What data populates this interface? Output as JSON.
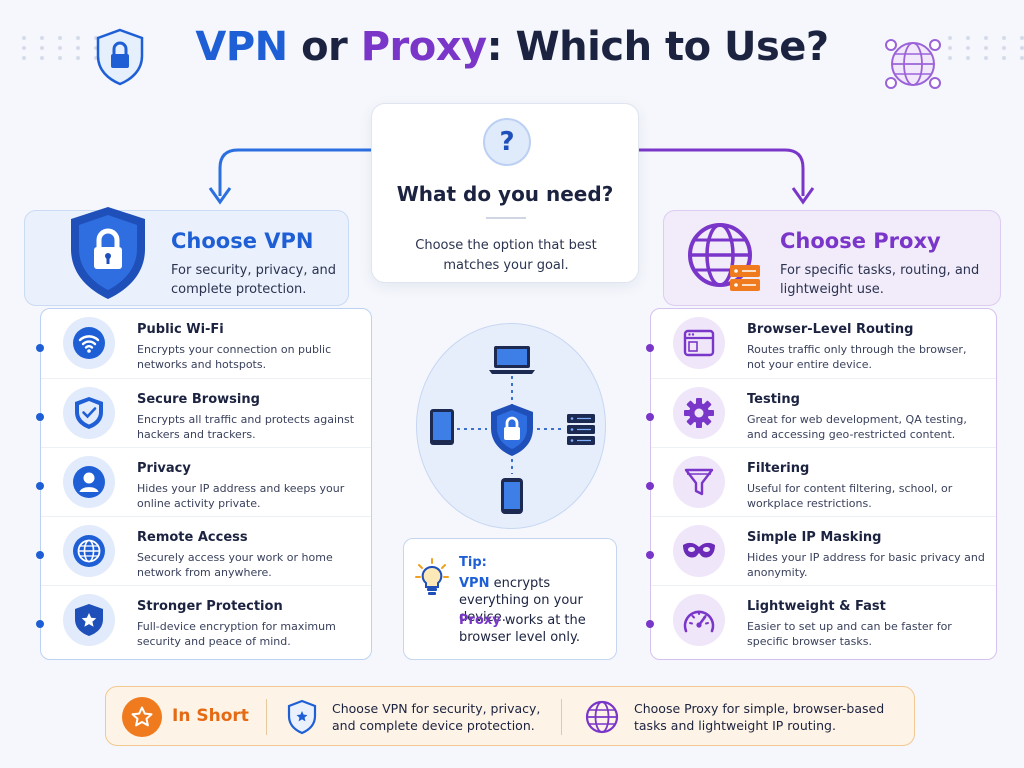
{
  "title": {
    "vpn": "VPN",
    "or": "or",
    "proxy": "Proxy",
    "rest": ": Which to Use?"
  },
  "question": {
    "icon": "question-mark-icon",
    "mark": "?",
    "title": "What do you need?",
    "subtitle": "Choose the option that best matches your goal."
  },
  "vpn": {
    "title": "Choose VPN",
    "subtitle": "For security, privacy, and complete protection.",
    "accent": "#1f5fd6",
    "items": [
      {
        "icon": "wifi-icon",
        "title": "Public Wi-Fi",
        "desc": "Encrypts your connection on public networks and hotspots."
      },
      {
        "icon": "shield-check-icon",
        "title": "Secure Browsing",
        "desc": "Encrypts all traffic and protects against hackers and trackers."
      },
      {
        "icon": "user-icon",
        "title": "Privacy",
        "desc": "Hides your IP address and keeps your online activity private."
      },
      {
        "icon": "globe-icon",
        "title": "Remote Access",
        "desc": "Securely access your work or home network from anywhere."
      },
      {
        "icon": "shield-star-icon",
        "title": "Stronger Protection",
        "desc": "Full-device encryption for maximum security and peace of mind."
      }
    ]
  },
  "proxy": {
    "title": "Choose Proxy",
    "subtitle": "For specific tasks, routing, and lightweight use.",
    "accent": "#7a36c9",
    "items": [
      {
        "icon": "browser-window-icon",
        "title": "Browser-Level Routing",
        "desc": "Routes traffic only through the browser, not your entire device."
      },
      {
        "icon": "gear-icon",
        "title": "Testing",
        "desc": "Great for web development, QA testing, and accessing geo-restricted content."
      },
      {
        "icon": "filter-icon",
        "title": "Filtering",
        "desc": "Useful for content filtering, school, or workplace restrictions."
      },
      {
        "icon": "mask-icon",
        "title": "Simple IP Masking",
        "desc": "Hides your IP address for basic privacy and anonymity."
      },
      {
        "icon": "speedometer-icon",
        "title": "Lightweight & Fast",
        "desc": "Easier to set up and can be faster for specific browser tasks."
      }
    ]
  },
  "tip": {
    "label": "Tip:",
    "vpn_key": "VPN",
    "vpn_text": " encrypts everything on your device.",
    "proxy_key": "Proxy",
    "proxy_text": " works at the browser level only."
  },
  "in_short": {
    "title": "In Short",
    "vpn_text": "Choose VPN for security, privacy, and complete device protection.",
    "proxy_text": "Choose Proxy for simple, browser-based tasks and lightweight IP routing."
  },
  "colors": {
    "vpn": "#1f5fd6",
    "proxy": "#7a36c9",
    "short": "#f07a1e"
  }
}
